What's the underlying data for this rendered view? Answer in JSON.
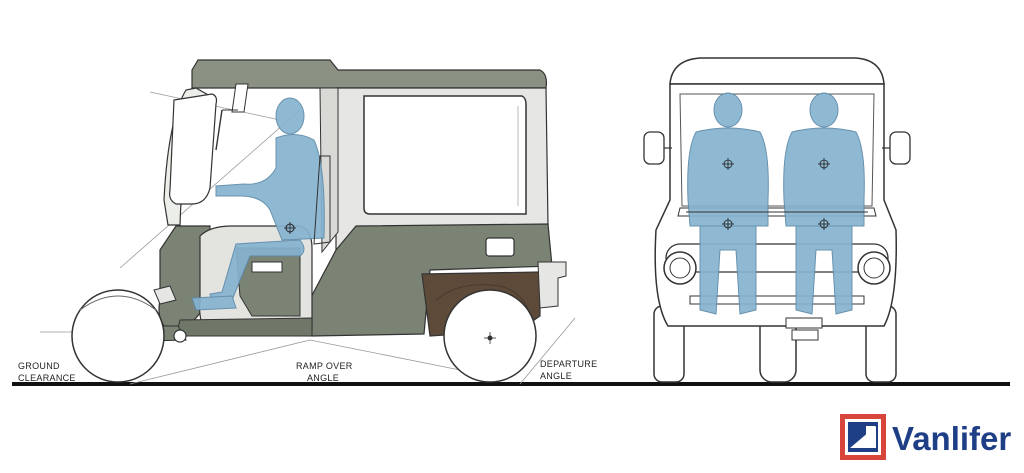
{
  "labels": {
    "ground_clearance_1": "GROUND",
    "ground_clearance_2": "CLEARANCE",
    "ramp_over_1": "RAMP OVER",
    "ramp_over_2": "ANGLE",
    "departure_1": "DEPARTURE",
    "departure_2": "ANGLE"
  },
  "brand": {
    "name": "Vanlifer",
    "logo_icon": "vanlifer-logo-icon"
  },
  "colors": {
    "body_grey": "#7b8375",
    "cab_shell": "#e6e7e4",
    "rear_brown": "#5e4a39",
    "occupant_blue": "#86b3d0",
    "ground": "#111111",
    "brand_blue": "#1e3f86",
    "brand_red": "#d8453c"
  }
}
